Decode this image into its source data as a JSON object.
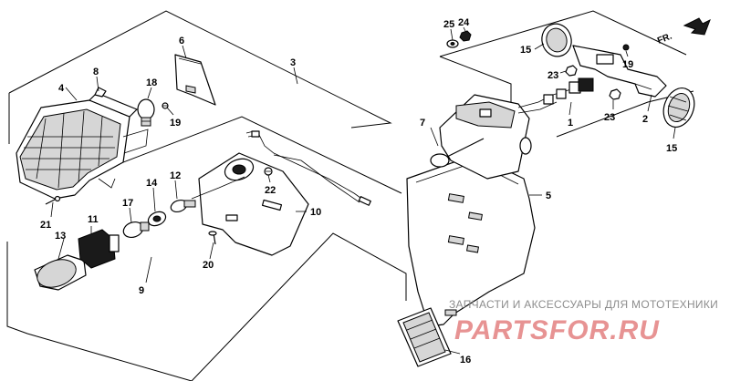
{
  "callouts": {
    "c1": "1",
    "c2": "2",
    "c3": "3",
    "c4": "4",
    "c5": "5",
    "c6": "6",
    "c7": "7",
    "c8": "8",
    "c9": "9",
    "c10": "10",
    "c11": "11",
    "c12": "12",
    "c13": "13",
    "c14": "14",
    "c15a": "15",
    "c15b": "15",
    "c16": "16",
    "c17": "17",
    "c18": "18",
    "c19a": "19",
    "c19b": "19",
    "c20": "20",
    "c21": "21",
    "c22": "22",
    "c23a": "23",
    "c23b": "23",
    "c24": "24",
    "c25": "25"
  },
  "direction_marker": {
    "label": "FR."
  },
  "watermark": {
    "caption": "ЗАПЧАСТИ И АКСЕССУАРЫ ДЛЯ МОТОТЕХНИКИ",
    "logo": "PARTSFOR.RU",
    "logo_color": "#d43b3b"
  },
  "colors": {
    "line": "#000000",
    "background": "#ffffff",
    "shade": "#d6d6d6"
  }
}
